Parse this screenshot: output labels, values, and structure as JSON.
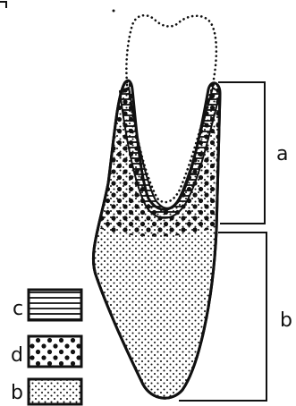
{
  "diagram": {
    "labels": {
      "upper_bracket": "a",
      "lower_bracket": "b",
      "legend_c": "c",
      "legend_d": "d",
      "legend_b": "b"
    },
    "legend": [
      {
        "key": "c",
        "pattern": "horizontal-lines"
      },
      {
        "key": "d",
        "pattern": "coarse-dots"
      },
      {
        "key": "b",
        "pattern": "fine-dots"
      }
    ],
    "ink_color": "#111111",
    "background_color": "#ffffff"
  }
}
